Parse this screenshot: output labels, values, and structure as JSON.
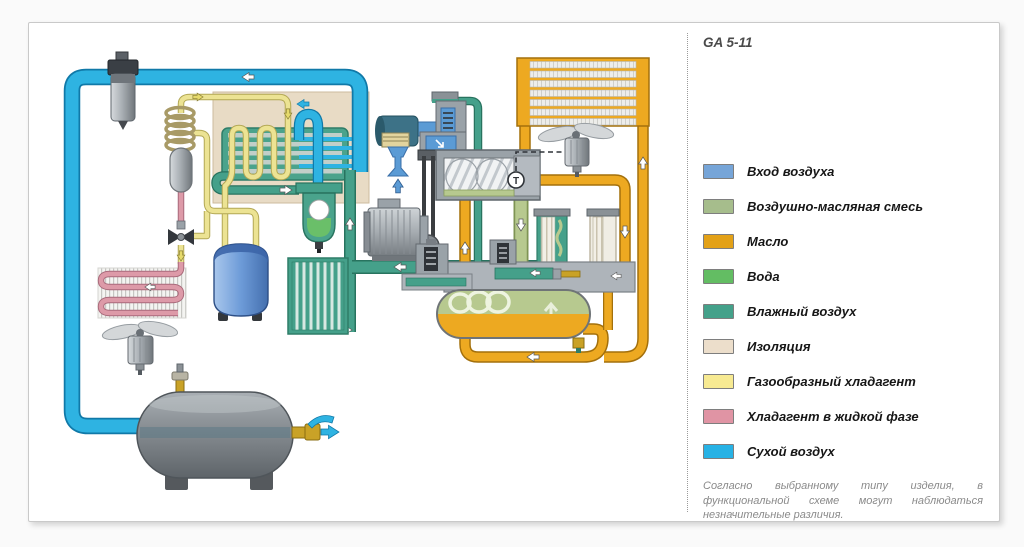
{
  "page": {
    "title": "GA 5-11"
  },
  "legend": {
    "items": [
      {
        "label": "Вход воздуха",
        "color": "#76a5d8"
      },
      {
        "label": "Воздушно-масляная смесь",
        "color": "#a6bd8c"
      },
      {
        "label": "Масло",
        "color": "#e3a117"
      },
      {
        "label": "Вода",
        "color": "#63bd63"
      },
      {
        "label": "Влажный воздух",
        "color": "#44a18a"
      },
      {
        "label": "Изоляция",
        "color": "#ecdecb"
      },
      {
        "label": "Газообразный хладагент",
        "color": "#f7ea92"
      },
      {
        "label": "Хладагент в жидкой фазе",
        "color": "#e094a4"
      },
      {
        "label": "Сухой воздух",
        "color": "#27b2e5"
      }
    ]
  },
  "footnote": "Согласно выбранному типу изделия, в функциональной схеме могут наблюдаться незначительные различия.",
  "diagram": {
    "sensor_label": "T"
  }
}
